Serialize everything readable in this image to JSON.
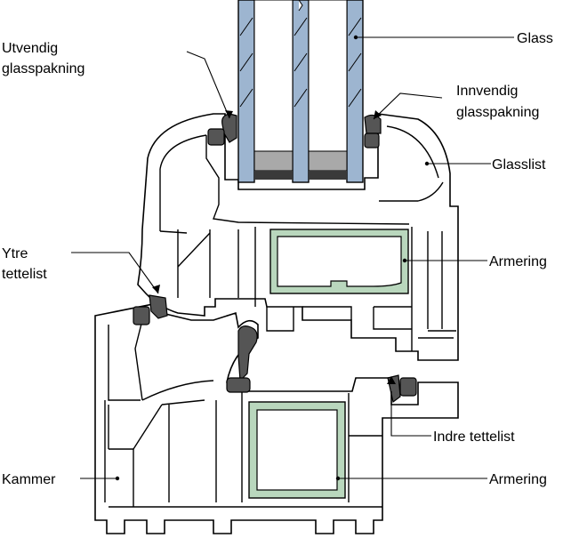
{
  "labels": {
    "glass": "Glass",
    "outer_glazing_gasket_line1": "Utvendig",
    "outer_glazing_gasket_line2": "glasspakning",
    "inner_glazing_gasket_line1": "Innvendig",
    "inner_glazing_gasket_line2": "glasspakning",
    "glazing_bead": "Glasslist",
    "outer_seal_line1": "Ytre",
    "outer_seal_line2": "tettelist",
    "reinforcement_upper": "Armering",
    "inner_seal": "Indre tettelist",
    "chamber": "Kammer",
    "reinforcement_lower": "Armering"
  },
  "colors": {
    "outline": "#000000",
    "profile_fill": "#ffffff",
    "glass_blue": "#9db5d0",
    "spacer_grey": "#a9a9a9",
    "gasket_dark": "#555555",
    "reinforcement_green": "#b9d7bd",
    "sealant_dark": "#3a3a3a"
  }
}
